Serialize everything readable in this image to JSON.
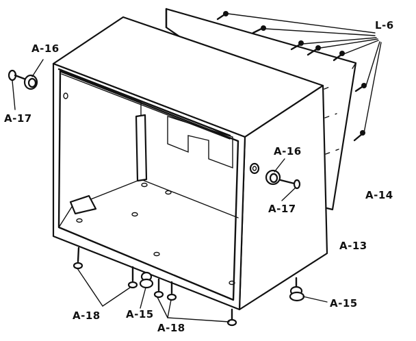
{
  "labels": {
    "l6": "L-6",
    "a16_left": "A-16",
    "a17_left": "A-17",
    "a16_right": "A-16",
    "a17_right": "A-17",
    "a14": "A-14",
    "a13": "A-13",
    "a15_right": "A-15",
    "a18_left": "A-18",
    "a15_bottom": "A-15",
    "a18_bottom": "A-18"
  }
}
